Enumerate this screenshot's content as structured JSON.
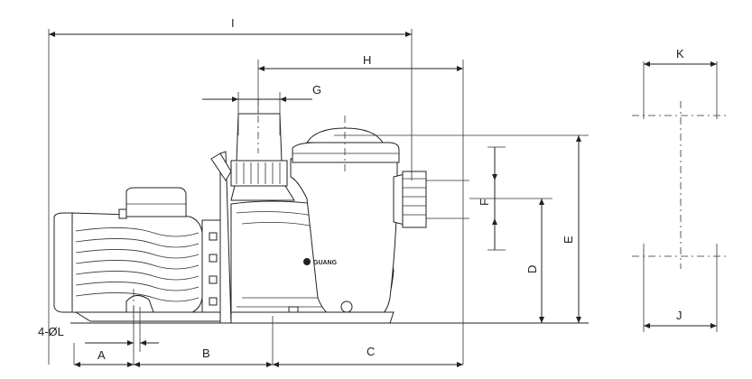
{
  "drawing": {
    "brand_logo_text": "GUANG",
    "dimension_labels": {
      "I": "I",
      "H": "H",
      "G": "G",
      "F": "F",
      "E": "E",
      "D": "D",
      "C": "C",
      "B": "B",
      "A": "A",
      "K": "K",
      "J": "J",
      "hole": "4-ØL"
    }
  }
}
